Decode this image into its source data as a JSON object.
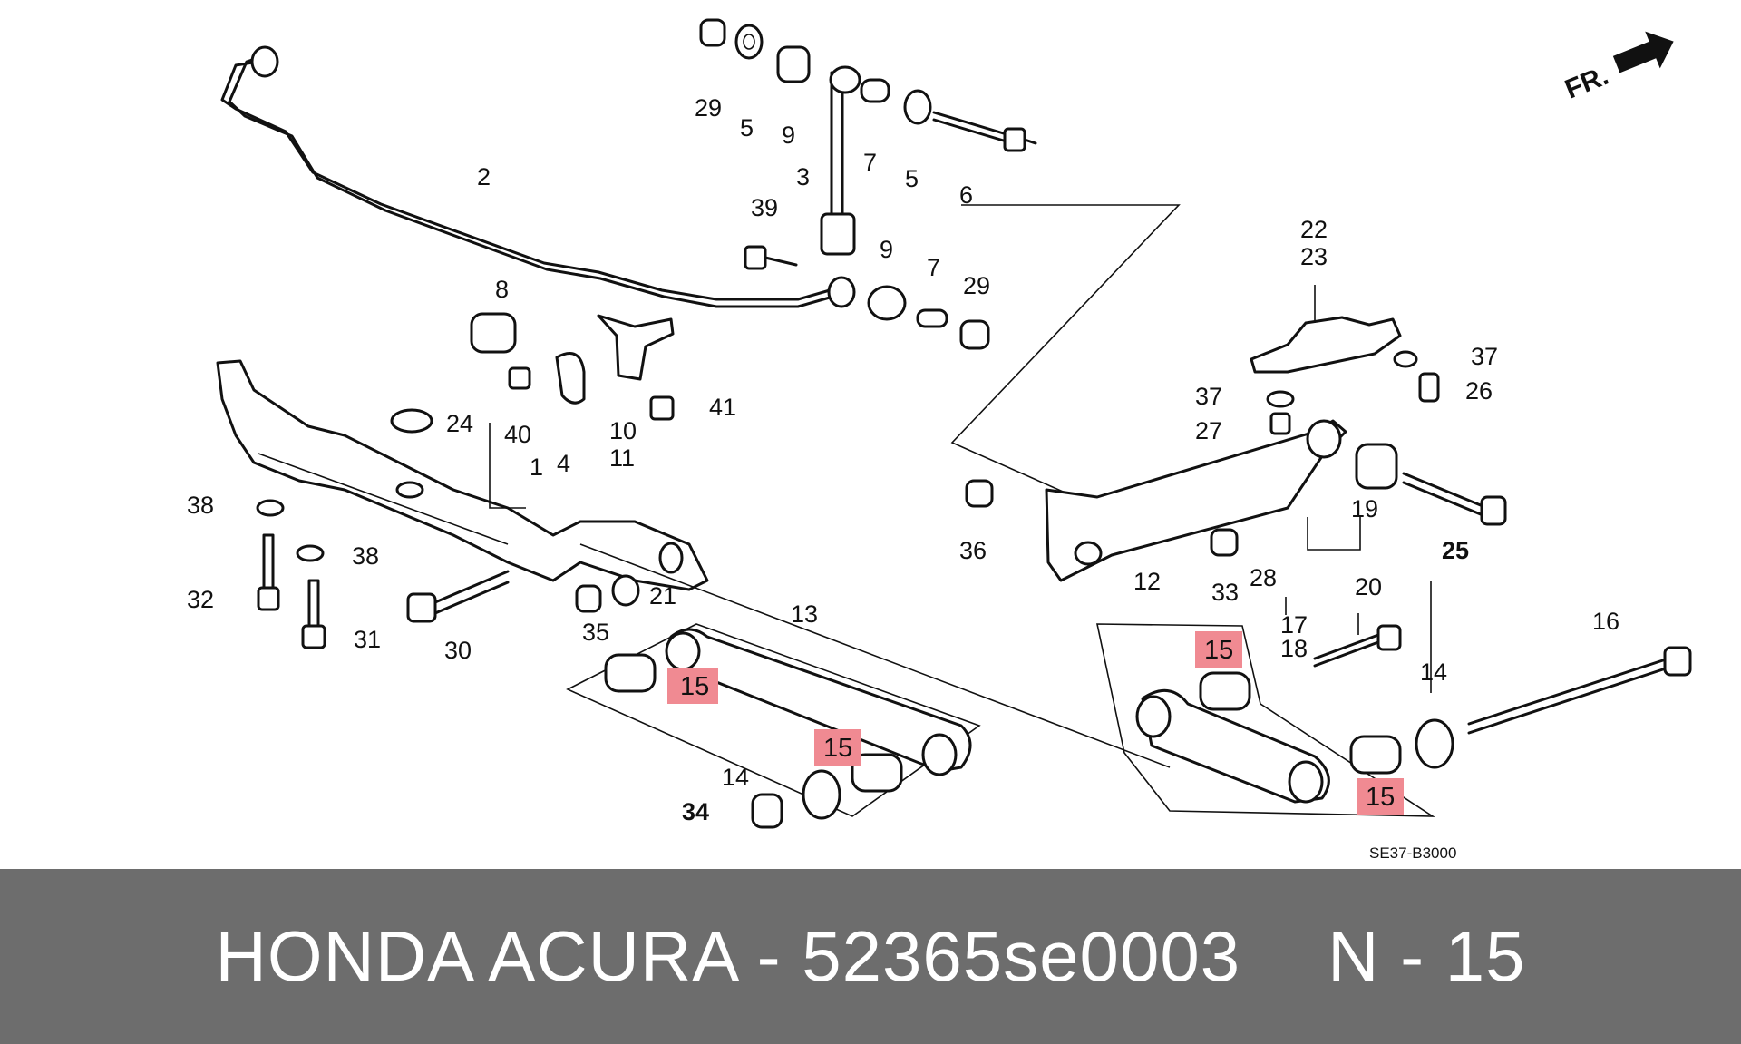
{
  "diagram": {
    "direction_label": "FR.",
    "drawing_code": "SE37-B3000",
    "callouts": [
      "29",
      "5",
      "9",
      "7",
      "5",
      "6",
      "3",
      "39",
      "9",
      "7",
      "29",
      "2",
      "8",
      "40",
      "4",
      "10",
      "11",
      "41",
      "24",
      "1",
      "38",
      "38",
      "32",
      "31",
      "30",
      "35",
      "21",
      "13",
      "15",
      "15",
      "14",
      "34",
      "12",
      "15",
      "15",
      "14",
      "16",
      "22",
      "23",
      "37",
      "26",
      "37",
      "27",
      "19",
      "25",
      "36",
      "33",
      "28",
      "20",
      "17",
      "18"
    ],
    "highlight_color": "#f08a92"
  },
  "footer": {
    "brand_part": "HONDA ACURA - 52365se0003",
    "ref": "N - 15"
  }
}
